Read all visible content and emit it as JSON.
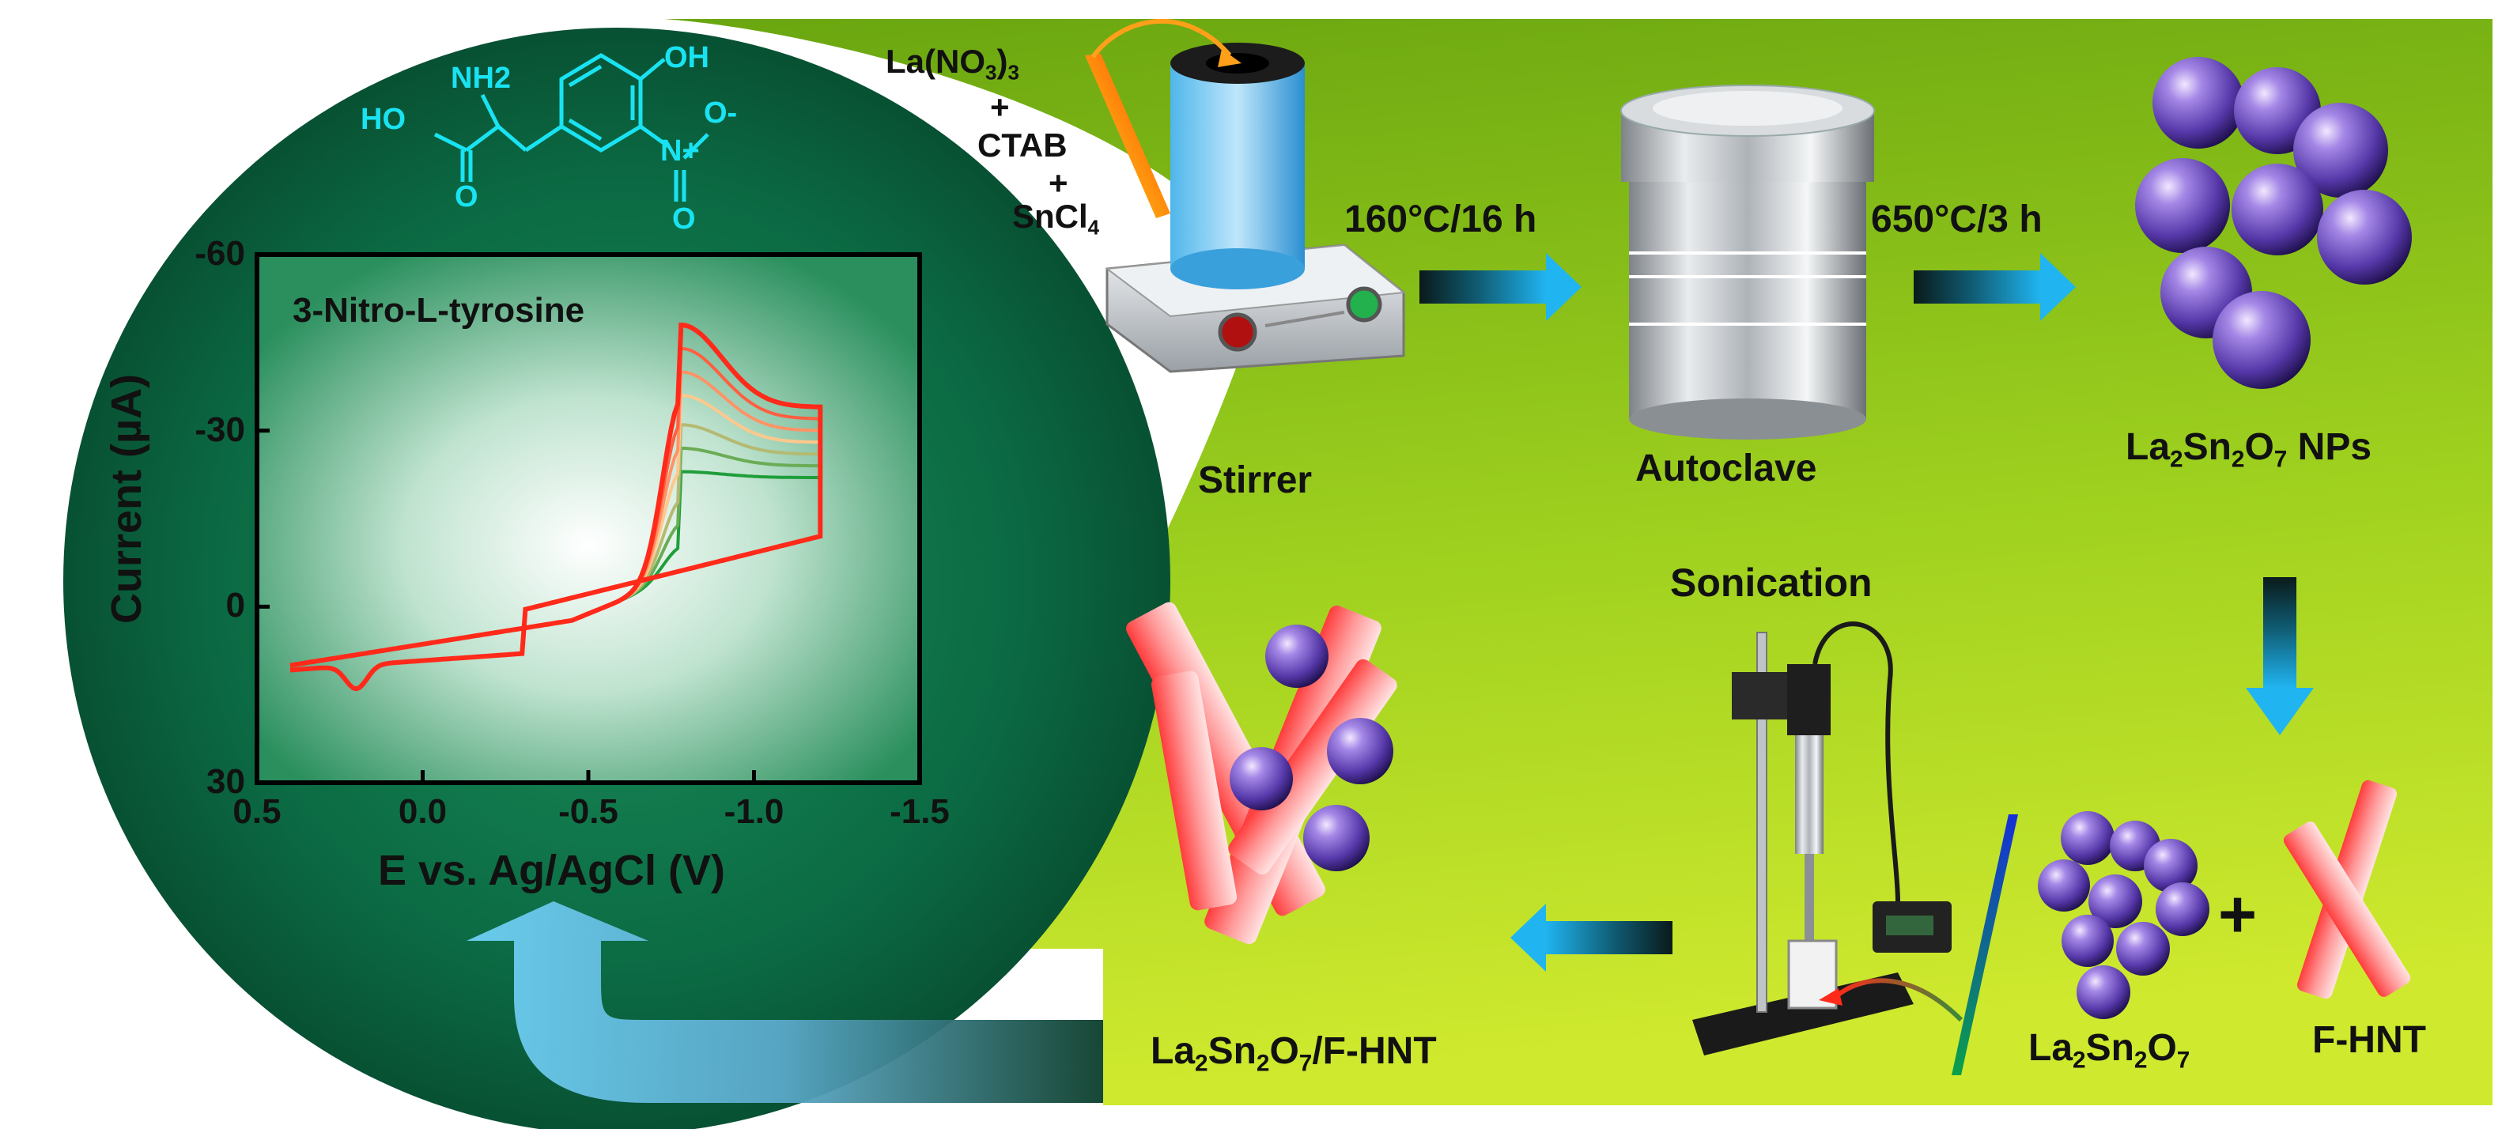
{
  "reagents": {
    "la_nitrate": "La(NO3)3",
    "plus1": "+",
    "ctab": "CTAB",
    "plus2": "+",
    "sncl4": "SnCl4"
  },
  "steps": {
    "stirrer": "Stirrer",
    "step1_condition": "160°C/16 h",
    "autoclave": "Autoclave",
    "step2_condition": "650°C/3 h",
    "nps": "La2Sn2O7 NPs",
    "sonication": "Sonication",
    "la2sn2o7": "La2Sn2O7",
    "plus": "+",
    "fhnt": "F-HNT",
    "composite": "La2Sn2O7/F-HNT"
  },
  "molecule": {
    "nh2": "NH2",
    "oh": "OH",
    "ho": "HO",
    "o_carbonyl": "O",
    "n_plus": "N+",
    "o_minus": "O-",
    "o_nitro": "O"
  },
  "colors": {
    "green_panel": "#8cc71a",
    "dark_circle": "#0b5a3a",
    "arrow_blue": "#1ea8e8",
    "series_start": "#1f9e3a",
    "series_end": "#ff2a1a",
    "molecule": "#19e3f2"
  },
  "chart_data": {
    "type": "line",
    "title": "3-Nitro-L-tyrosine",
    "xlabel": "E vs. Ag/AgCl (V)",
    "ylabel": "Current (µA)",
    "xlim": [
      0.5,
      -1.5
    ],
    "ylim": [
      30,
      -60
    ],
    "x_reversed": true,
    "y_reversed": true,
    "x_ticks": [
      "0.5",
      "0.0",
      "-0.5",
      "-1.0",
      "-1.5"
    ],
    "y_ticks": [
      "-60",
      "-30",
      "0",
      "30"
    ],
    "grid": false,
    "legend": "none",
    "series_count": 7,
    "anodic_peak_potential_V": -0.78,
    "anodic_peak_currents_uA": [
      -23,
      -27,
      -31,
      -36,
      -40,
      -44,
      -48
    ],
    "vertex_currents_uA": [
      -22,
      -24,
      -26,
      -28,
      -30,
      -32,
      -34
    ],
    "cathodic_peak_potential_V": 0.2,
    "cathodic_peak_current_uA": 14,
    "start_potential_V": 0.4,
    "switch_potential_V": -1.2
  }
}
